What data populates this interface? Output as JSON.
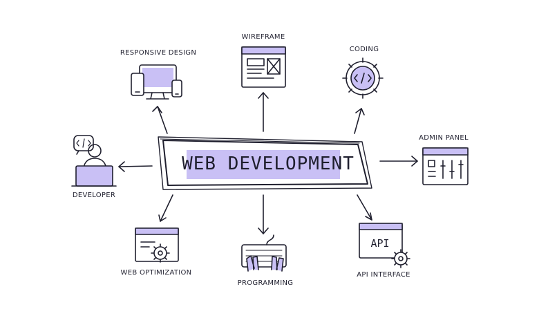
{
  "central": {
    "title": "WEB DEVELOPMENT"
  },
  "nodes": {
    "responsive": {
      "label": "RESPONSIVE DESIGN"
    },
    "wireframe": {
      "label": "WIREFRAME"
    },
    "coding": {
      "label": "CODING"
    },
    "developer": {
      "label": "DEVELOPER"
    },
    "admin": {
      "label": "ADMIN PANEL"
    },
    "optimization": {
      "label": "WEB OPTIMIZATION"
    },
    "programming": {
      "label": "PROGRAMMING"
    },
    "api": {
      "label": "API INTERFACE",
      "screen_text": "API"
    }
  },
  "colors": {
    "accent": "#c9c0f5",
    "ink": "#1f1f2e"
  },
  "icons": {
    "responsive": "devices-icon",
    "wireframe": "wireframe-icon",
    "coding": "gear-code-icon",
    "developer": "developer-icon",
    "admin": "admin-panel-icon",
    "optimization": "browser-gear-icon",
    "programming": "keyboard-hands-icon",
    "api": "api-window-gear-icon"
  }
}
